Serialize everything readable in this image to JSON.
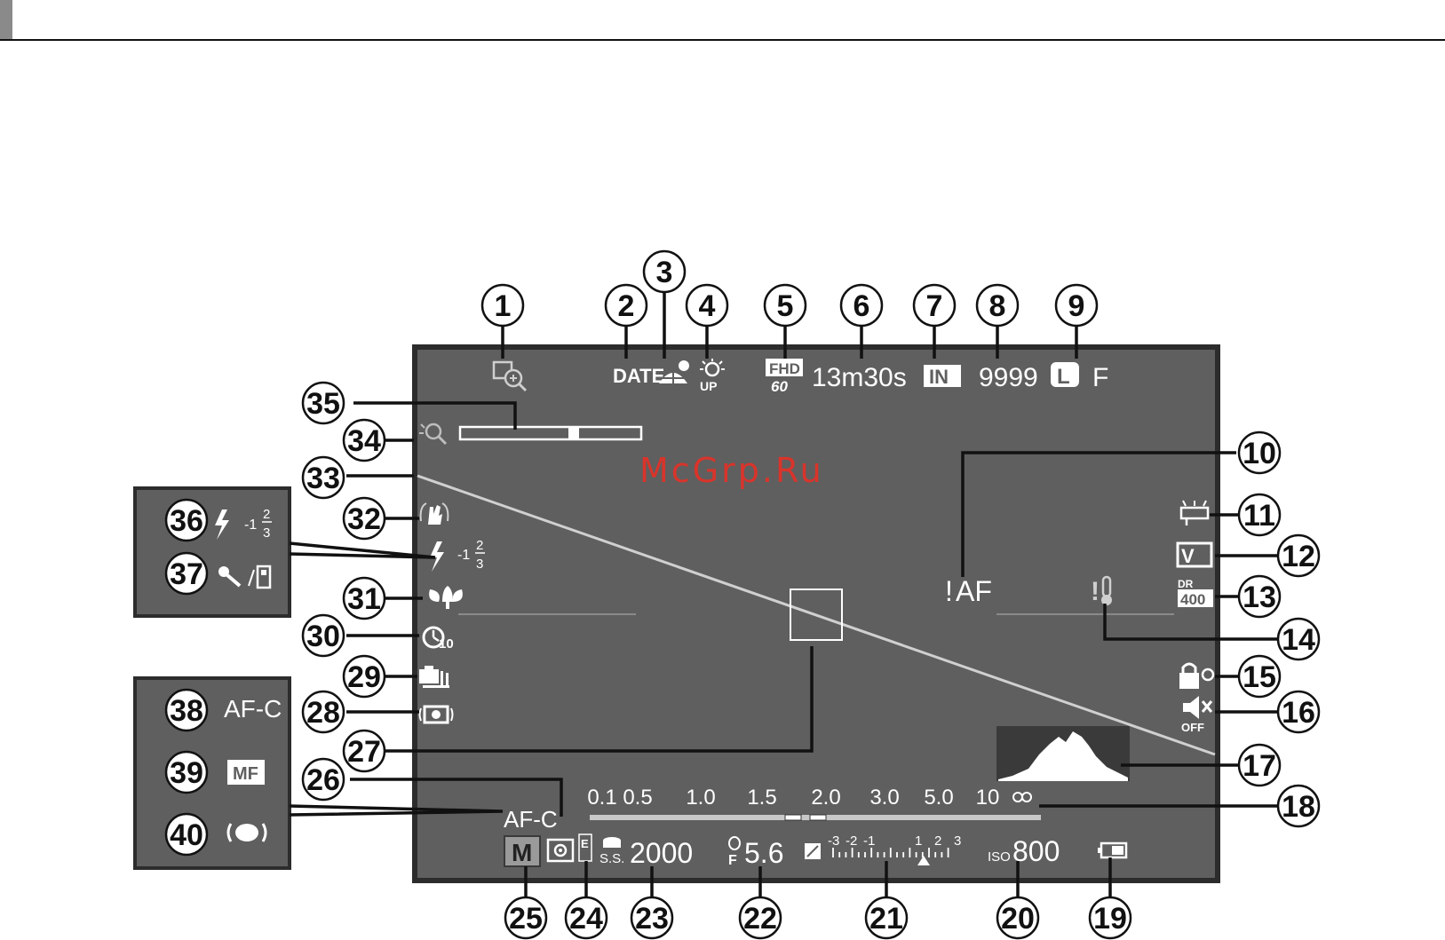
{
  "watermark": "McGrp.Ru",
  "colors": {
    "screen": "#5f5f5f",
    "screen_border": "#2c2c2c",
    "indicator": "#ffffff",
    "callout": "#111111",
    "watermark": "#d9342b"
  },
  "indicators": {
    "date": "DATE",
    "up_label": "UP",
    "movie_mode": "FHD",
    "movie_fps": "60",
    "recording_time": "13m30s",
    "storage": "IN",
    "frames": "9999",
    "image_size": "L",
    "image_quality": "F",
    "af_warning": "AF",
    "film_sim": "V",
    "dynamic_range_label": "DR",
    "dynamic_range": "400",
    "sound_off": "OFF",
    "self_timer": "10",
    "flash_comp": "-1",
    "flash_comp_num": "2",
    "flash_comp_den": "3",
    "focus_mode": "AF-C",
    "exposure_mode": "M",
    "metering_label": "E",
    "ss_label": "S.S.",
    "shutter_speed": "2000",
    "aperture_label": "F",
    "aperture": "5.6",
    "iso_label": "ISO",
    "iso": "800",
    "exposure_scale": [
      "-3",
      "-2",
      "-1",
      "1",
      "2",
      "3"
    ],
    "distance_scale": [
      "0.1",
      "0.5",
      "1.0",
      "1.5",
      "2.0",
      "3.0",
      "5.0",
      "10"
    ]
  },
  "inset_top": {
    "flash_comp": "-1",
    "flash_comp_num": "2",
    "flash_comp_den": "3"
  },
  "inset_bottom": {
    "af_c": "AF-C",
    "mf": "MF"
  },
  "callouts": [
    "1",
    "2",
    "3",
    "4",
    "5",
    "6",
    "7",
    "8",
    "9",
    "10",
    "11",
    "12",
    "13",
    "14",
    "15",
    "16",
    "17",
    "18",
    "19",
    "20",
    "21",
    "22",
    "23",
    "24",
    "25",
    "26",
    "27",
    "28",
    "29",
    "30",
    "31",
    "32",
    "33",
    "34",
    "35",
    "36",
    "37",
    "38",
    "39",
    "40"
  ]
}
